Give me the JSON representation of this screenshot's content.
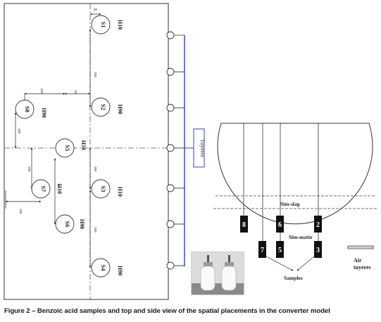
{
  "top_view": {
    "samples": [
      {
        "id": "S1",
        "height": "H10"
      },
      {
        "id": "S2",
        "height": "H90"
      },
      {
        "id": "S3",
        "height": "H10"
      },
      {
        "id": "S4",
        "height": "H90"
      },
      {
        "id": "S5",
        "height": "H50"
      },
      {
        "id": "S6",
        "height": "H90"
      },
      {
        "id": "S7",
        "height": "H10"
      },
      {
        "id": "S8",
        "height": "H90"
      }
    ],
    "tuyeres_label": "Tuyeres",
    "dimensions": [
      "90",
      "150",
      "90",
      "200",
      "185",
      "200",
      "200",
      "75",
      "150",
      "200"
    ]
  },
  "side_view": {
    "probes": [
      {
        "number": "8"
      },
      {
        "number": "7"
      },
      {
        "number": "6"
      },
      {
        "number": "5"
      },
      {
        "number": "2"
      },
      {
        "number": "3"
      }
    ],
    "slag_label": "Sim-slag",
    "matte_label": "Sim-matte",
    "samples_label": "Samples",
    "air_label_1": "Air",
    "air_label_2": "tuyeres"
  },
  "caption": "Figure 2 – Benzoic acid samples and top and side view of the spatial placements in the converter model"
}
